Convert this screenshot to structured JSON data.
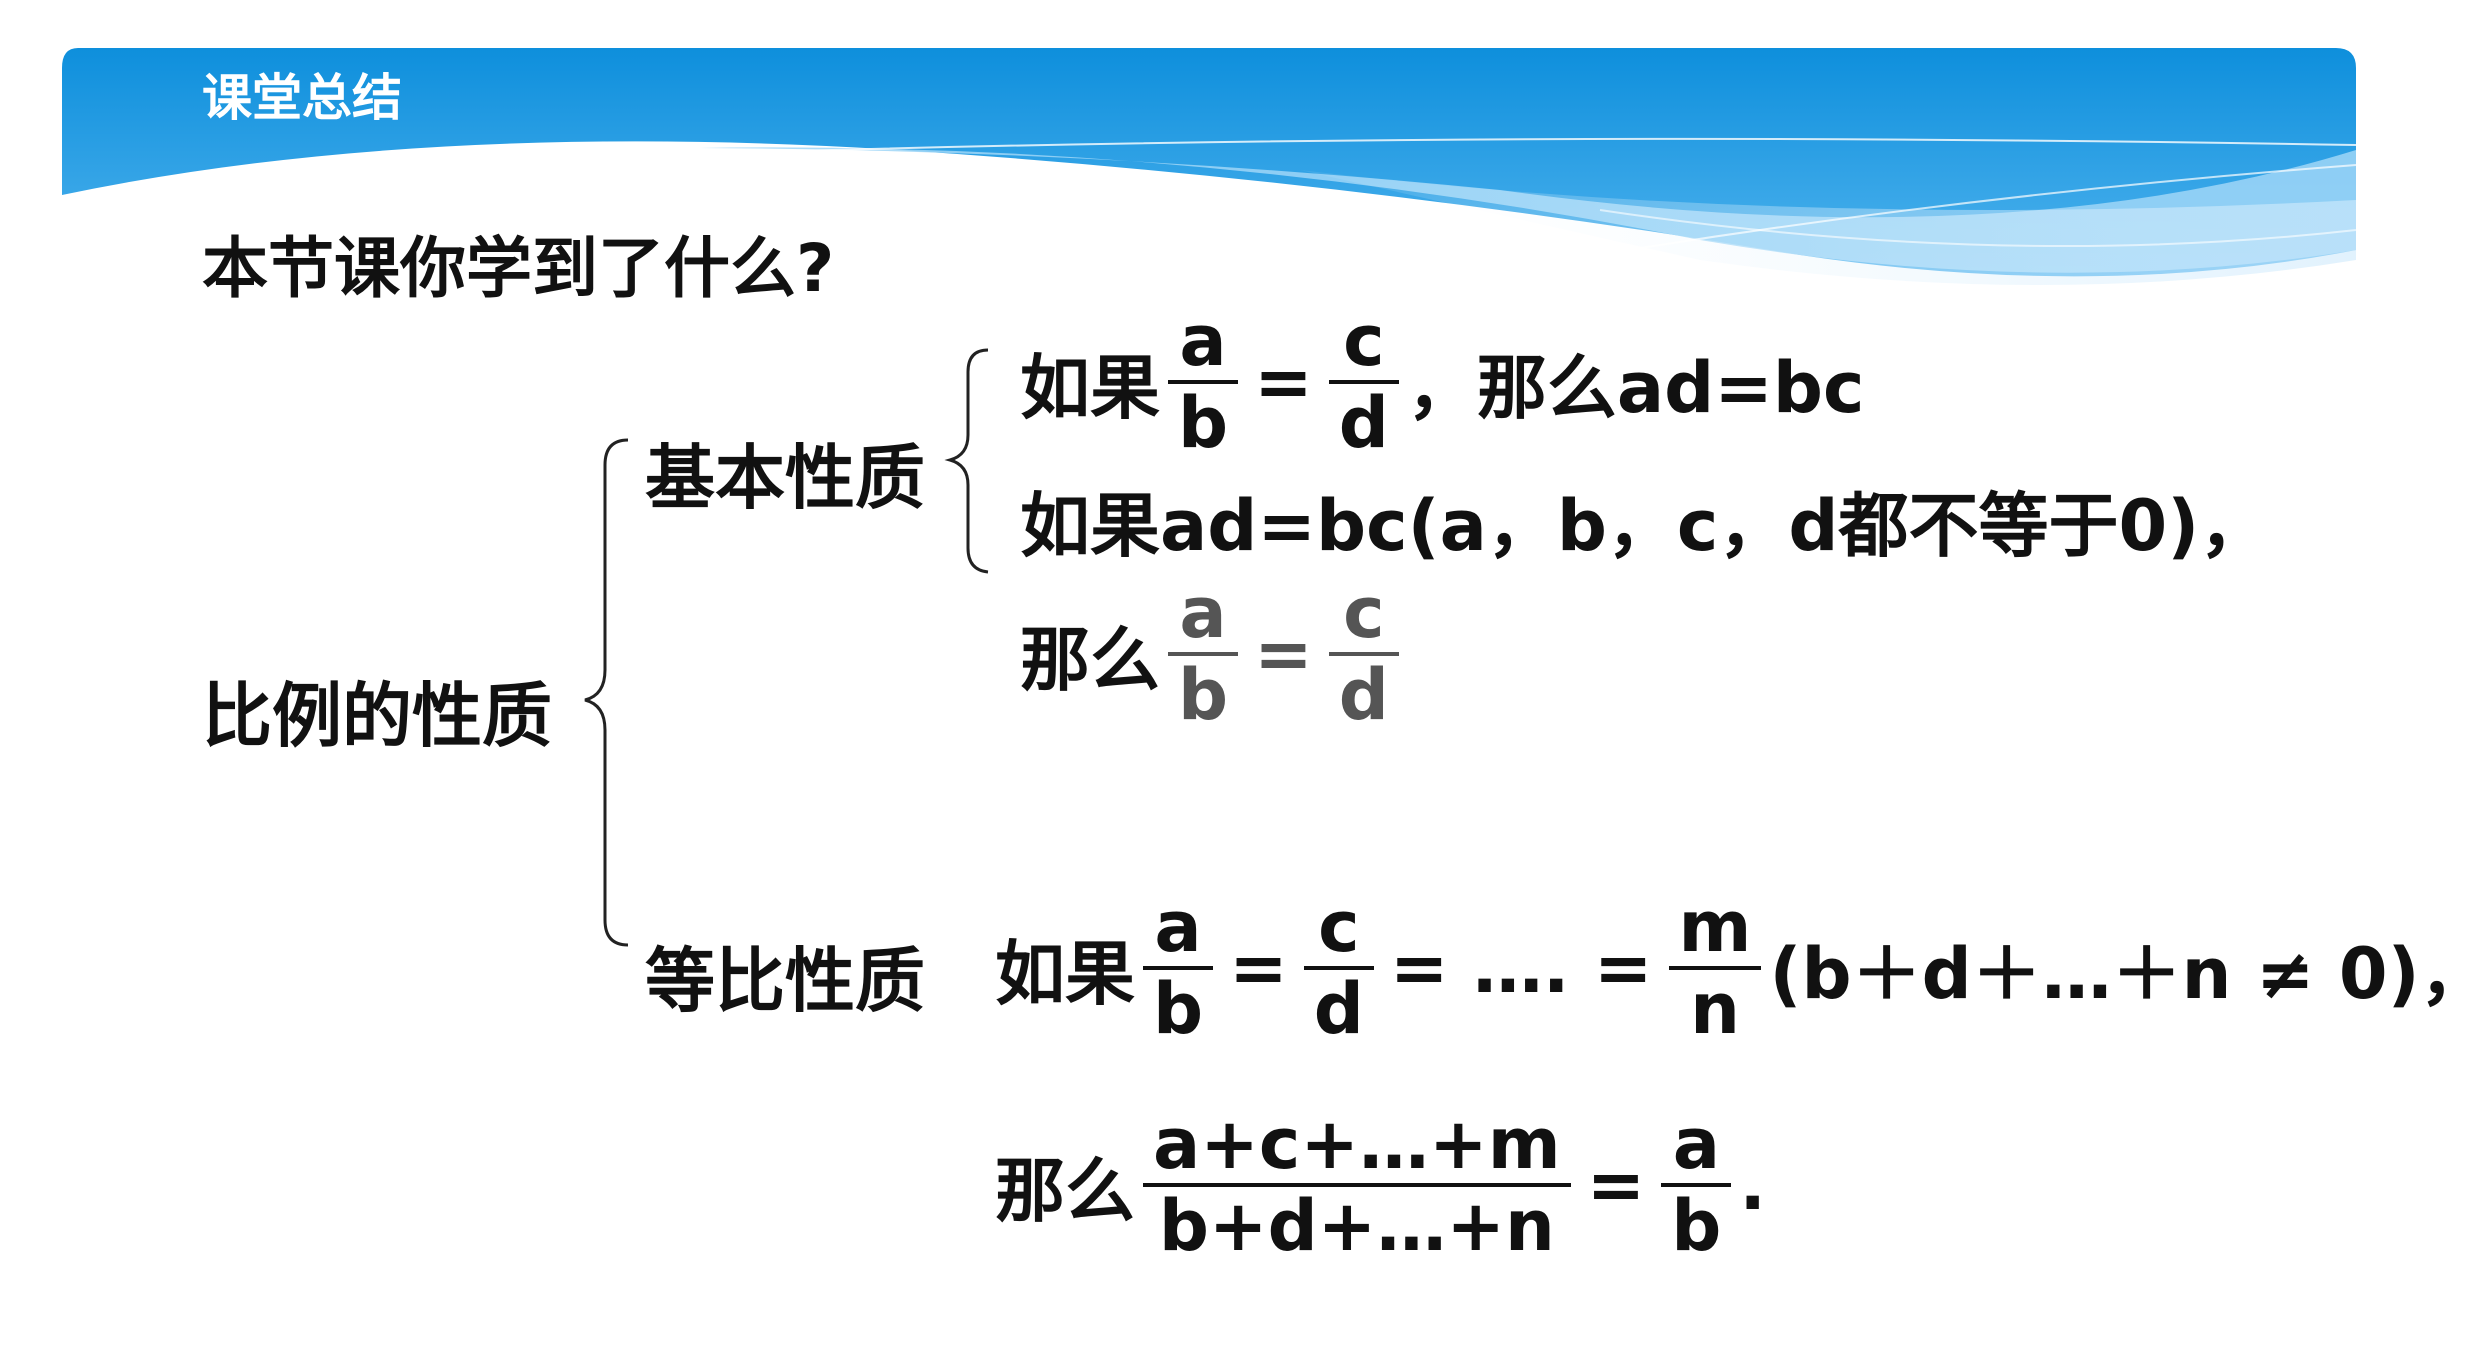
{
  "header": {
    "title": "课堂总结"
  },
  "question": "本节课你学到了什么?",
  "tree": {
    "root": "比例的性质",
    "basic": {
      "label": "基本性质",
      "line1": {
        "prefix": "如果",
        "f1": {
          "num": "a",
          "den": "b"
        },
        "eq": "=",
        "f2": {
          "num": "c",
          "den": "d"
        },
        "suffix": "，那么ad=bc"
      },
      "line2": {
        "text": "如果ad=bc(a，b，c，d都不等于0)，"
      },
      "line3": {
        "prefix": "那么",
        "f1": {
          "num": "a",
          "den": "b"
        },
        "eq": "=",
        "f2": {
          "num": "c",
          "den": "d"
        }
      }
    },
    "ratio": {
      "label": "等比性质",
      "line1": {
        "prefix": "如果",
        "f1": {
          "num": "a",
          "den": "b"
        },
        "eq1": "=",
        "f2": {
          "num": "c",
          "den": "d"
        },
        "eq2": "= …. =",
        "f3": {
          "num": "m",
          "den": "n"
        },
        "cond": "(b＋d＋…＋n ≠ 0)，"
      },
      "line2": {
        "prefix": "那么",
        "f1": {
          "num": "a+c+…+m",
          "den": "b+d+…+n"
        },
        "eq": "=",
        "f2": {
          "num": "a",
          "den": "b"
        },
        "end": "."
      }
    }
  },
  "colors": {
    "banner_dark": "#0e8fdc",
    "banner_light": "#5fbcf1",
    "wave_light": "#9fd6f7"
  }
}
